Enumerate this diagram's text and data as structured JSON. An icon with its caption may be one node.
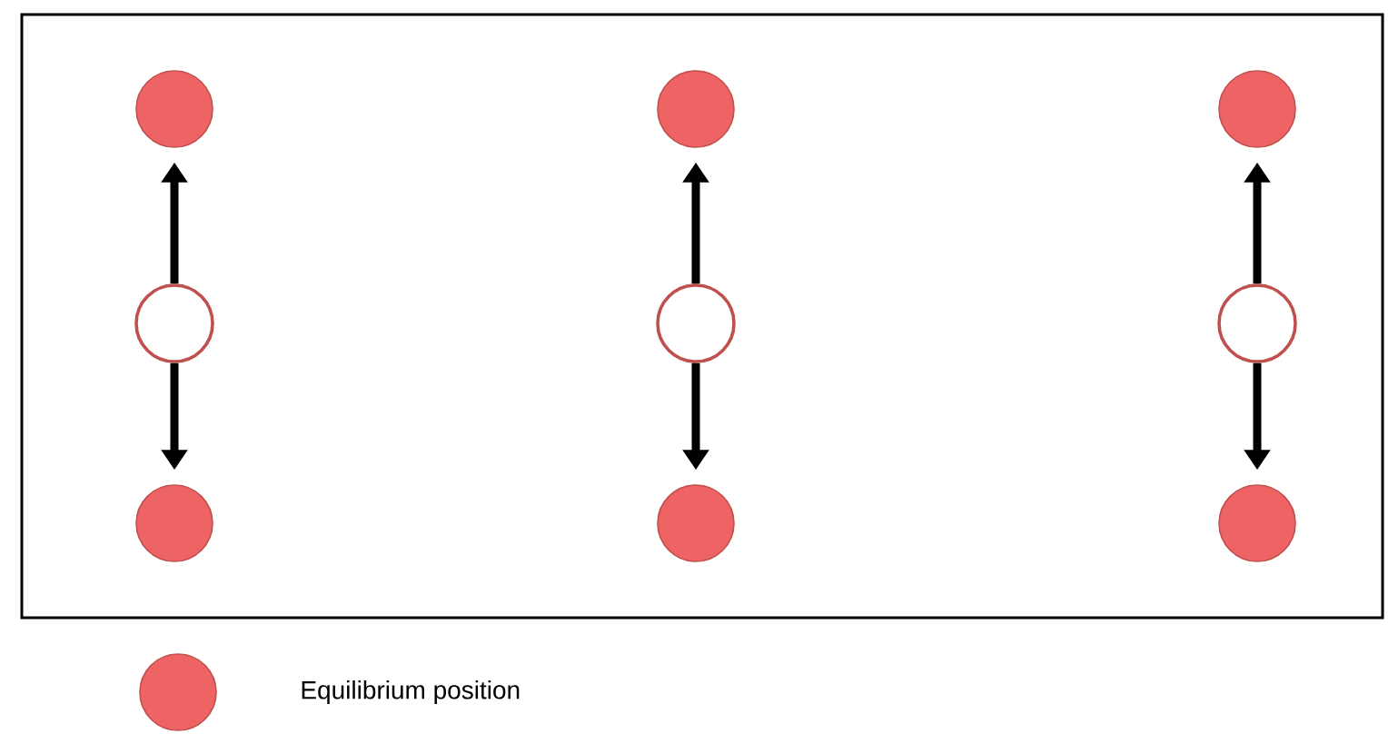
{
  "diagram": {
    "nodes": [
      {
        "text": [],
        "shape": "circle"
      },
      {
        "text": [],
        "shape": "circle"
      },
      {
        "text": [],
        "shape": "circle"
      },
      {
        "text": [],
        "shape": "circle"
      },
      {
        "text": [],
        "shape": "circle"
      },
      {
        "text": [],
        "shape": "circle"
      },
      {
        "text": [],
        "shape": "circle"
      },
      {
        "text": [],
        "shape": "circle"
      },
      {
        "text": [],
        "shape": "circle"
      }
    ],
    "edges": [
      {
        "from": 3,
        "to": 0,
        "arrow": "to"
      },
      {
        "from": 3,
        "to": 6,
        "arrow": "to"
      },
      {
        "from": 4,
        "to": 1,
        "arrow": "to"
      },
      {
        "from": 4,
        "to": 7,
        "arrow": "to"
      },
      {
        "from": 5,
        "to": 2,
        "arrow": "to"
      },
      {
        "from": 5,
        "to": 8,
        "arrow": "to"
      }
    ],
    "legend": [
      {
        "text": "Equilibrium position"
      }
    ]
  }
}
